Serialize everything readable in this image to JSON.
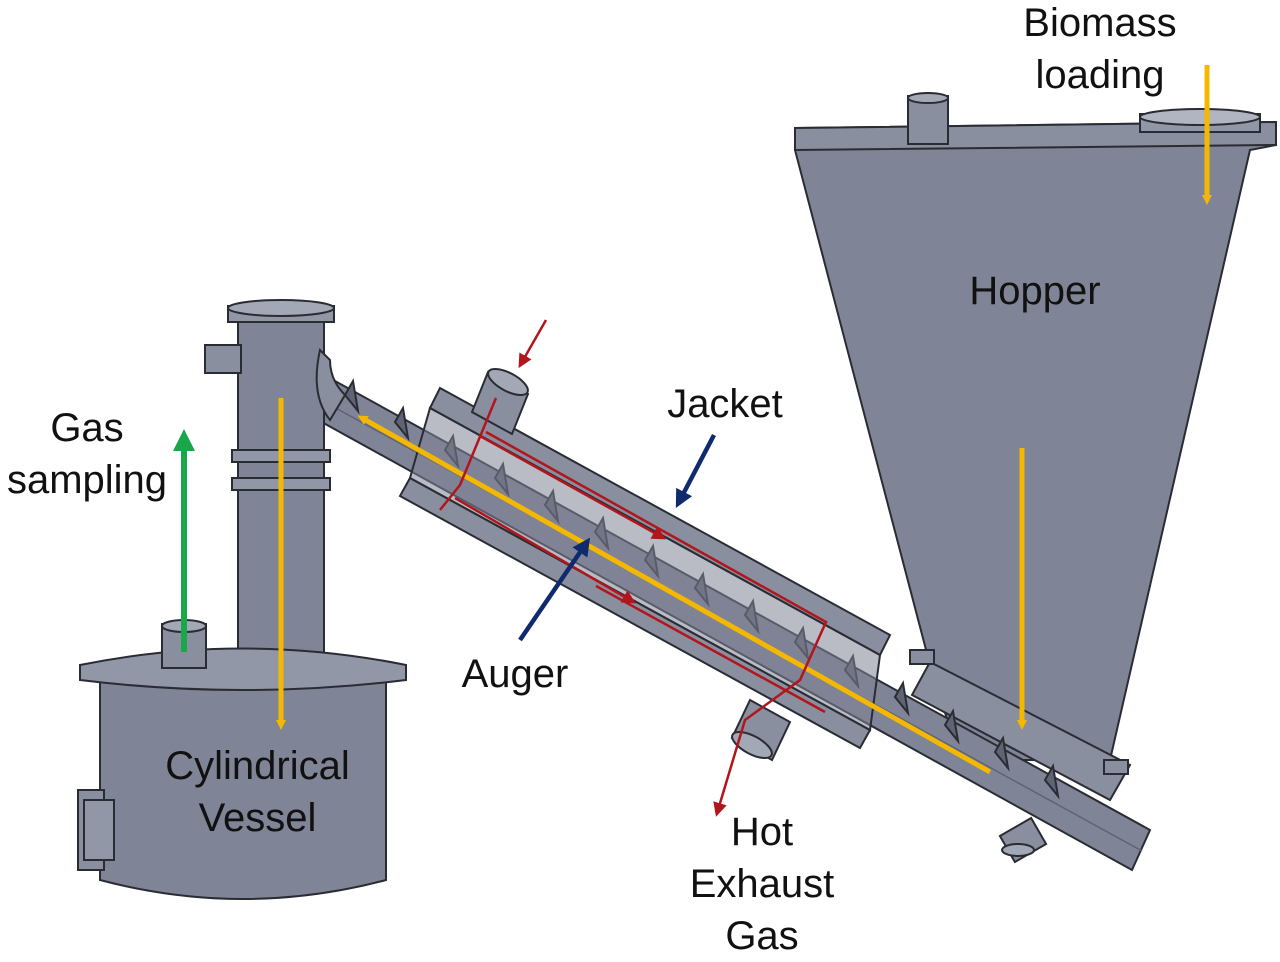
{
  "labels": {
    "biomass_loading": [
      "Biomass",
      "loading"
    ],
    "hopper": "Hopper",
    "jacket": "Jacket",
    "gas_sampling": [
      "Gas",
      "sampling"
    ],
    "auger": "Auger",
    "cylindrical_vessel": [
      "Cylindrical",
      "Vessel"
    ],
    "hot_exhaust_gas": [
      "Hot",
      "Exhaust",
      "Gas"
    ]
  },
  "colors": {
    "steel": "#7f8496",
    "steel_dark": "#5f6474",
    "steel_light": "#a3a8b7",
    "outline": "#2a2c33",
    "biomass_flow": "#f5b800",
    "gas_flow": "#1aa74a",
    "exhaust_flow": "#b0161b",
    "pointer": "#0f2a6e"
  }
}
